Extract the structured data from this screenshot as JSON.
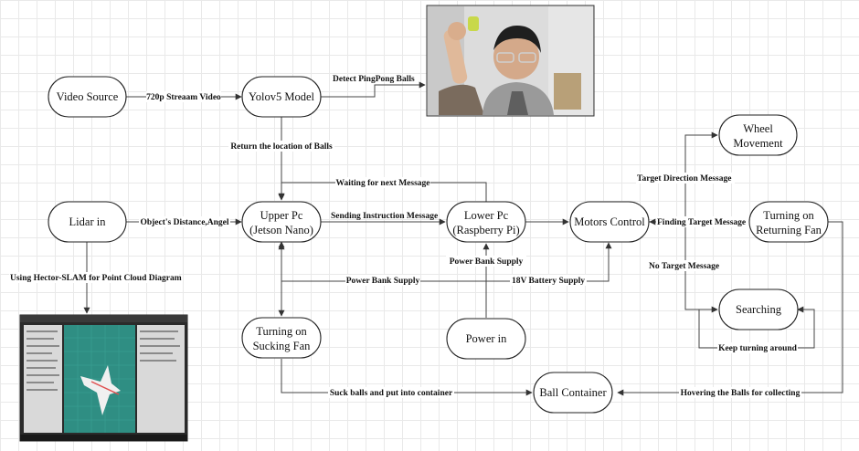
{
  "nodes": {
    "video_source": "Video Source",
    "yolov5": "Yolov5 Model",
    "lidar": "Lidar in",
    "upper_pc": [
      "Upper Pc",
      "(Jetson Nano)"
    ],
    "lower_pc": [
      "Lower Pc",
      "(Raspberry Pi)"
    ],
    "motors": "Motors Control",
    "wheel": [
      "Wheel",
      "Movement"
    ],
    "returning_fan": [
      "Turning on",
      "Returning Fan"
    ],
    "searching": "Searching",
    "sucking_fan": [
      "Turning on",
      "Sucking Fan"
    ],
    "power_in": "Power in",
    "ball_container": "Ball Container"
  },
  "edges": {
    "stream": "720p Streaam Video",
    "detect": "Detect PingPong Balls",
    "return_loc": "Return the location of  Balls",
    "waiting": "Waiting for next Message",
    "distance": "Object's Distance,Angel",
    "sending": "Sending Instruction Message",
    "target_dir": "Target  Direction Message",
    "finding": "Finding Target Message",
    "no_target": "No Target Message",
    "keep_turning": "Keep turning around",
    "hector": "Using Hector-SLAM for Point Cloud Diagram",
    "power_bank": "Power Bank Supply",
    "power_bank_supply": "Power Bank Supply",
    "battery": "18V Battery Supply",
    "suck": "Suck balls and put into container",
    "hover": "Hovering the Balls for collecting"
  },
  "images": {
    "camera_photo": "camera-photo-person-holding-ball",
    "slam_screenshot": "hector-slam-point-cloud-screenshot"
  }
}
